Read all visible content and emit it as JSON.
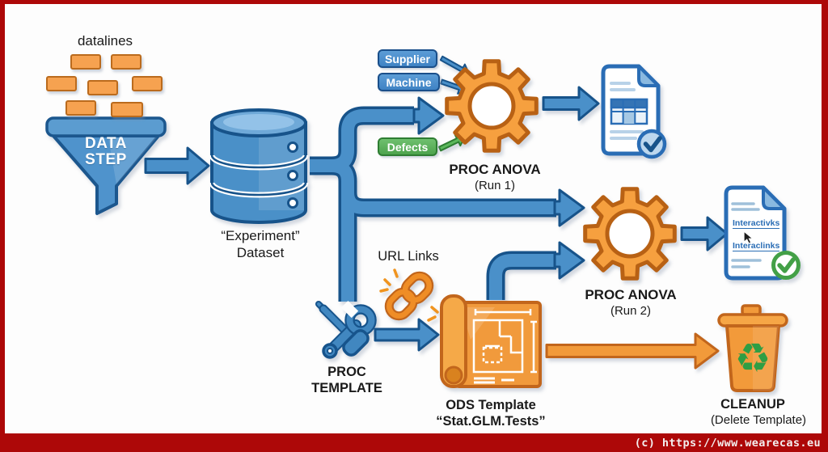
{
  "footer": {
    "credit": "(c) https://www.wearecas.eu"
  },
  "colors": {
    "frame_red": "#ad0808",
    "blue": "#4a90c9",
    "blue_dark": "#17538a",
    "orange": "#f29a3a",
    "orange_dark": "#c2661c",
    "green": "#5cb85c",
    "green_dark": "#2e7d32",
    "check_green": "#43a047",
    "link_blue": "#2a6db5"
  },
  "diagram": {
    "datalines_label": "datalines",
    "data_step": {
      "line1": "DATA",
      "line2": "STEP"
    },
    "dataset": {
      "line1": "“Experiment”",
      "line2": "Dataset"
    },
    "factors": {
      "supplier": "Supplier",
      "machine": "Machine",
      "defects": "Defects"
    },
    "anova_run1": {
      "title": "PROC ANOVA",
      "subtitle": "(Run 1)"
    },
    "anova_run2": {
      "title": "PROC ANOVA",
      "subtitle": "(Run 2)"
    },
    "url_links_label": "URL Links",
    "proc_template": {
      "line1": "PROC",
      "line2": "TEMPLATE"
    },
    "ods_template": {
      "line1": "ODS Template",
      "line2": "“Stat.GLM.Tests”"
    },
    "report_links": {
      "link1": "Interactivks",
      "link2": "Interaclinks"
    },
    "cleanup": {
      "title": "CLEANUP",
      "subtitle": "(Delete Template)"
    },
    "icons": {
      "recycle": "♻"
    }
  }
}
